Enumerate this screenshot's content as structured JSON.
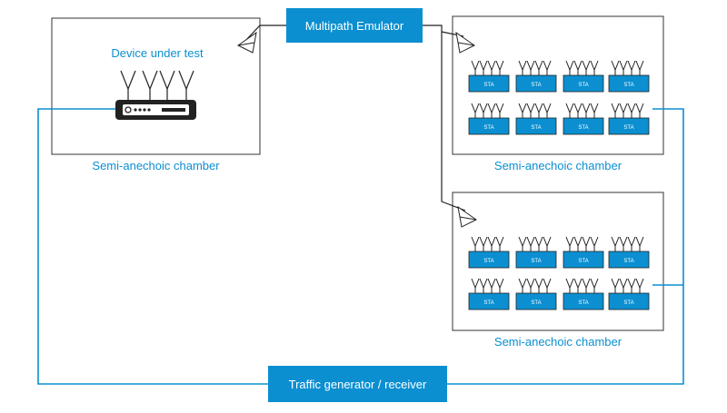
{
  "diagram": {
    "emulator_label": "Multipath Emulator",
    "dut_label": "Device under test",
    "traffic_label": "Traffic generator / receiver",
    "chamber_caption": "Semi-anechoic chamber",
    "sta_label": "STA",
    "chambers": [
      {
        "name": "dut-chamber",
        "caption": "Semi-anechoic chamber"
      },
      {
        "name": "sta-chamber-top",
        "caption": "Semi-anechoic chamber"
      },
      {
        "name": "sta-chamber-bottom",
        "caption": "Semi-anechoic chamber"
      }
    ]
  },
  "colors": {
    "accent": "#0b8fd1",
    "box_fill": "#0b8fd1",
    "line_dark": "#222222",
    "frame": "#333333"
  }
}
